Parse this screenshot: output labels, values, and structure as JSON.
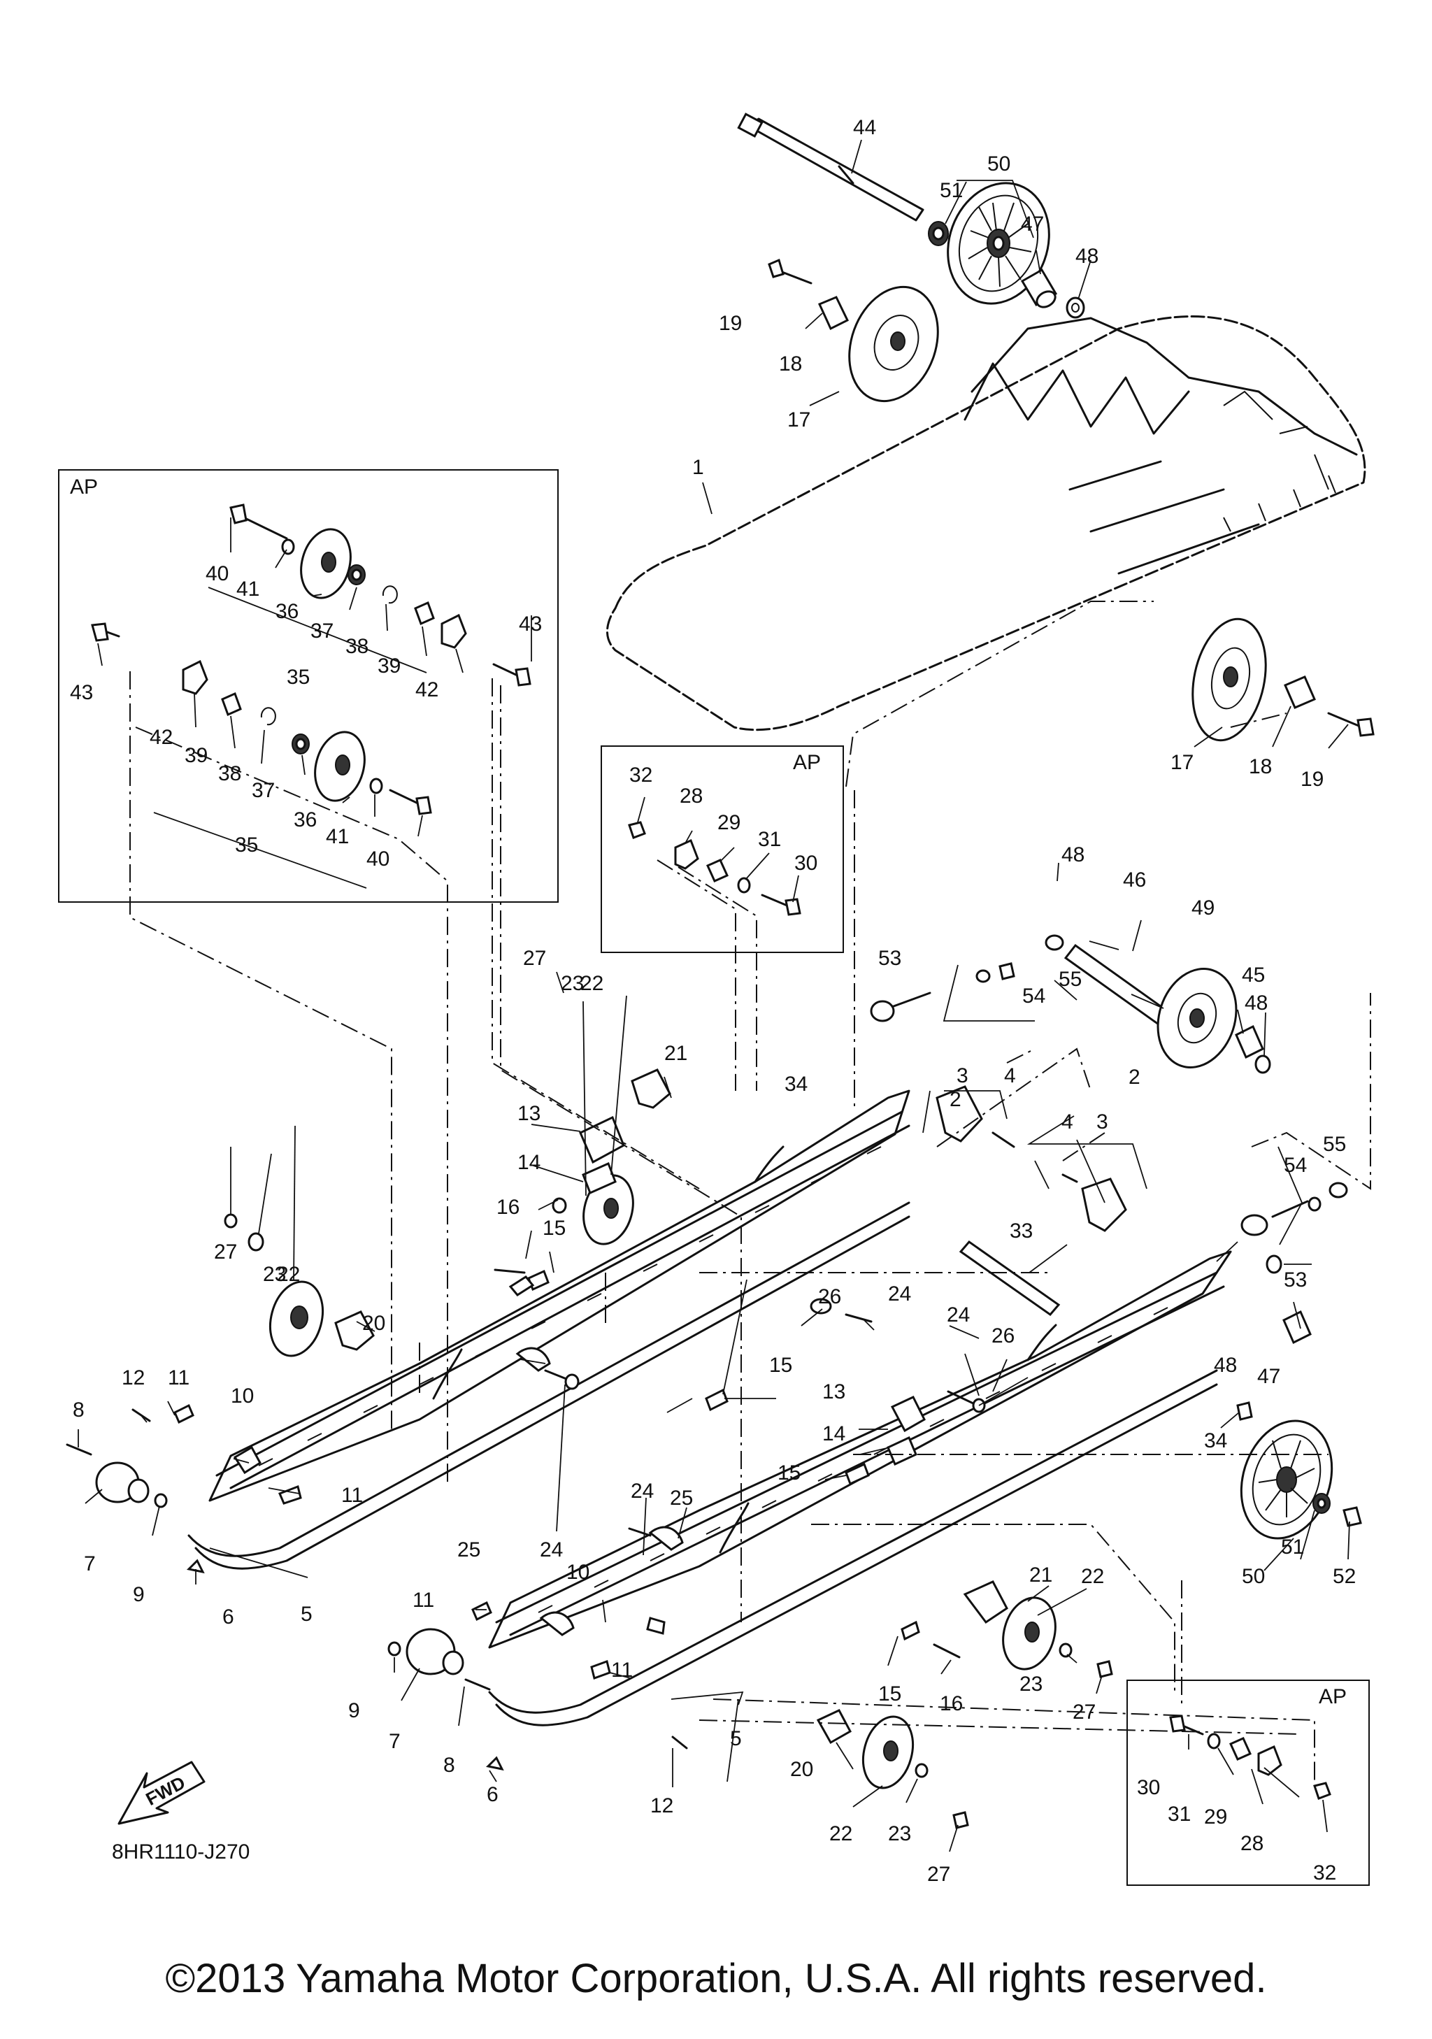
{
  "diagram": {
    "drawing_code": "8HR1110-J270",
    "direction_label": "FWD",
    "box_tag": "AP",
    "copyright": "©2013 Yamaha Motor Corporation, U.S.A. All rights reserved."
  },
  "callouts": [
    {
      "id": "c1",
      "text": "1"
    },
    {
      "id": "c2a",
      "text": "2"
    },
    {
      "id": "c2b",
      "text": "2"
    },
    {
      "id": "c3a",
      "text": "3"
    },
    {
      "id": "c3b",
      "text": "3"
    },
    {
      "id": "c4a",
      "text": "4"
    },
    {
      "id": "c4b",
      "text": "4"
    },
    {
      "id": "c5a",
      "text": "5"
    },
    {
      "id": "c5b",
      "text": "5"
    },
    {
      "id": "c6a",
      "text": "6"
    },
    {
      "id": "c6b",
      "text": "6"
    },
    {
      "id": "c7a",
      "text": "7"
    },
    {
      "id": "c7b",
      "text": "7"
    },
    {
      "id": "c8a",
      "text": "8"
    },
    {
      "id": "c8b",
      "text": "8"
    },
    {
      "id": "c9a",
      "text": "9"
    },
    {
      "id": "c9b",
      "text": "9"
    },
    {
      "id": "c10a",
      "text": "10"
    },
    {
      "id": "c10b",
      "text": "10"
    },
    {
      "id": "c11a",
      "text": "11"
    },
    {
      "id": "c11b",
      "text": "11"
    },
    {
      "id": "c11c",
      "text": "11"
    },
    {
      "id": "c11d",
      "text": "11"
    },
    {
      "id": "c12a",
      "text": "12"
    },
    {
      "id": "c12b",
      "text": "12"
    },
    {
      "id": "c13a",
      "text": "13"
    },
    {
      "id": "c13b",
      "text": "13"
    },
    {
      "id": "c14a",
      "text": "14"
    },
    {
      "id": "c14b",
      "text": "14"
    },
    {
      "id": "c15a",
      "text": "15"
    },
    {
      "id": "c15b",
      "text": "15"
    },
    {
      "id": "c15c",
      "text": "15"
    },
    {
      "id": "c15d",
      "text": "15"
    },
    {
      "id": "c16a",
      "text": "16"
    },
    {
      "id": "c16b",
      "text": "16"
    },
    {
      "id": "c17a",
      "text": "17"
    },
    {
      "id": "c17b",
      "text": "17"
    },
    {
      "id": "c18a",
      "text": "18"
    },
    {
      "id": "c18b",
      "text": "18"
    },
    {
      "id": "c19a",
      "text": "19"
    },
    {
      "id": "c19b",
      "text": "19"
    },
    {
      "id": "c20a",
      "text": "20"
    },
    {
      "id": "c20b",
      "text": "20"
    },
    {
      "id": "c21a",
      "text": "21"
    },
    {
      "id": "c21b",
      "text": "21"
    },
    {
      "id": "c22a",
      "text": "22"
    },
    {
      "id": "c22b",
      "text": "22"
    },
    {
      "id": "c22c",
      "text": "22"
    },
    {
      "id": "c22d",
      "text": "22"
    },
    {
      "id": "c23a",
      "text": "23"
    },
    {
      "id": "c23b",
      "text": "23"
    },
    {
      "id": "c23c",
      "text": "23"
    },
    {
      "id": "c23d",
      "text": "23"
    },
    {
      "id": "c24a",
      "text": "24"
    },
    {
      "id": "c24b",
      "text": "24"
    },
    {
      "id": "c24c",
      "text": "24"
    },
    {
      "id": "c24d",
      "text": "24"
    },
    {
      "id": "c25a",
      "text": "25"
    },
    {
      "id": "c25b",
      "text": "25"
    },
    {
      "id": "c26a",
      "text": "26"
    },
    {
      "id": "c26b",
      "text": "26"
    },
    {
      "id": "c27a",
      "text": "27"
    },
    {
      "id": "c27b",
      "text": "27"
    },
    {
      "id": "c27c",
      "text": "27"
    },
    {
      "id": "c27d",
      "text": "27"
    },
    {
      "id": "c28a",
      "text": "28"
    },
    {
      "id": "c28b",
      "text": "28"
    },
    {
      "id": "c29a",
      "text": "29"
    },
    {
      "id": "c29b",
      "text": "29"
    },
    {
      "id": "c30a",
      "text": "30"
    },
    {
      "id": "c30b",
      "text": "30"
    },
    {
      "id": "c31a",
      "text": "31"
    },
    {
      "id": "c31b",
      "text": "31"
    },
    {
      "id": "c32a",
      "text": "32"
    },
    {
      "id": "c32b",
      "text": "32"
    },
    {
      "id": "c33",
      "text": "33"
    },
    {
      "id": "c34a",
      "text": "34"
    },
    {
      "id": "c34b",
      "text": "34"
    },
    {
      "id": "c35a",
      "text": "35"
    },
    {
      "id": "c35b",
      "text": "35"
    },
    {
      "id": "c36a",
      "text": "36"
    },
    {
      "id": "c36b",
      "text": "36"
    },
    {
      "id": "c37a",
      "text": "37"
    },
    {
      "id": "c37b",
      "text": "37"
    },
    {
      "id": "c38a",
      "text": "38"
    },
    {
      "id": "c38b",
      "text": "38"
    },
    {
      "id": "c39a",
      "text": "39"
    },
    {
      "id": "c39b",
      "text": "39"
    },
    {
      "id": "c40a",
      "text": "40"
    },
    {
      "id": "c40b",
      "text": "40"
    },
    {
      "id": "c41a",
      "text": "41"
    },
    {
      "id": "c41b",
      "text": "41"
    },
    {
      "id": "c42a",
      "text": "42"
    },
    {
      "id": "c42b",
      "text": "42"
    },
    {
      "id": "c43a",
      "text": "43"
    },
    {
      "id": "c43b",
      "text": "43"
    },
    {
      "id": "c44",
      "text": "44"
    },
    {
      "id": "c45",
      "text": "45"
    },
    {
      "id": "c46",
      "text": "46"
    },
    {
      "id": "c47a",
      "text": "47"
    },
    {
      "id": "c47b",
      "text": "47"
    },
    {
      "id": "c48a",
      "text": "48"
    },
    {
      "id": "c48b",
      "text": "48"
    },
    {
      "id": "c48c",
      "text": "48"
    },
    {
      "id": "c48d",
      "text": "48"
    },
    {
      "id": "c49",
      "text": "49"
    },
    {
      "id": "c50a",
      "text": "50"
    },
    {
      "id": "c50b",
      "text": "50"
    },
    {
      "id": "c51a",
      "text": "51"
    },
    {
      "id": "c51b",
      "text": "51"
    },
    {
      "id": "c52",
      "text": "52"
    },
    {
      "id": "c53a",
      "text": "53"
    },
    {
      "id": "c53b",
      "text": "53"
    },
    {
      "id": "c54a",
      "text": "54"
    },
    {
      "id": "c54b",
      "text": "54"
    },
    {
      "id": "c55a",
      "text": "55"
    },
    {
      "id": "c55b",
      "text": "55"
    }
  ]
}
